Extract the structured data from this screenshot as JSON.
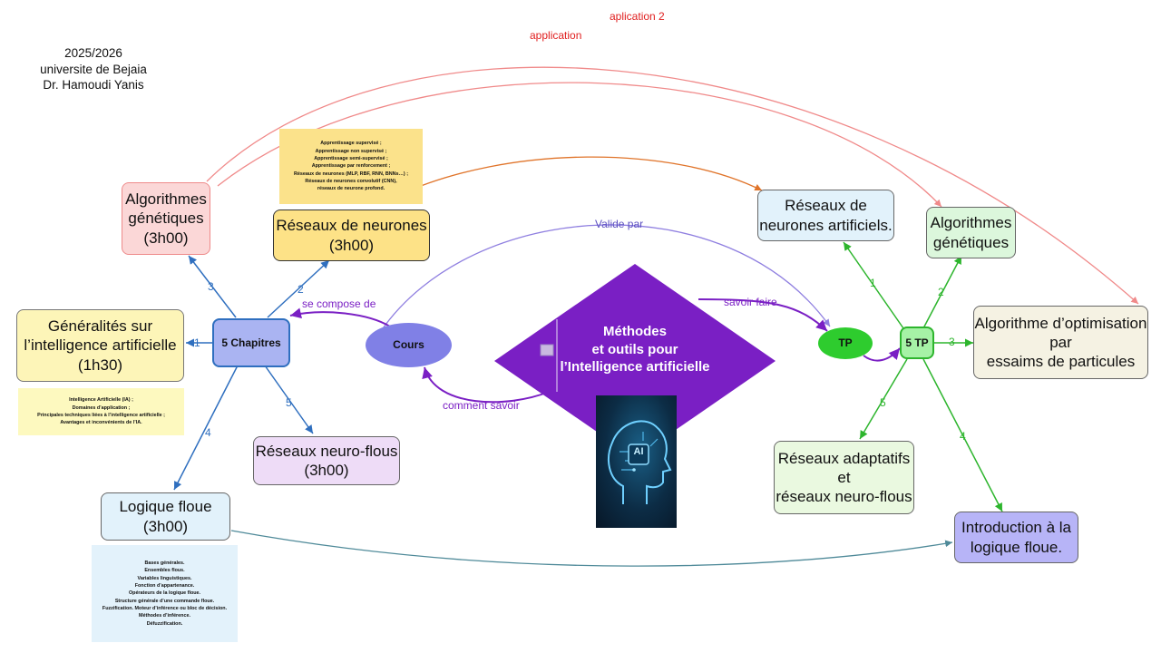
{
  "header": {
    "year": "2025/2026",
    "university": "universite de Bejaia",
    "author": "Dr. Hamoudi Yanis"
  },
  "center": {
    "title_lines": [
      "Méthodes",
      "et outils pour",
      "l’Intelligence artificielle"
    ],
    "image_label": "AI",
    "image_alt": "AI head illustration"
  },
  "cours": {
    "label": "Cours"
  },
  "tp": {
    "label": "TP"
  },
  "chapitres_hub": {
    "label": "5 Chapitres"
  },
  "tp_hub": {
    "label": "5 TP"
  },
  "relations": {
    "se_compose_de": "se compose de",
    "comment_savoir": "comment savoir",
    "valide_par": "Valide par",
    "savoir_faire": "savoir faire",
    "application": "application",
    "application_2": "aplication 2"
  },
  "chapters": [
    {
      "num": "1",
      "lines": [
        "Généralités sur",
        "l’intelligence artificielle",
        "(1h30)"
      ]
    },
    {
      "num": "2",
      "lines": [
        "Réseaux de neurones",
        "(3h00)"
      ]
    },
    {
      "num": "3",
      "lines": [
        "Algorithmes",
        "génétiques",
        "(3h00)"
      ]
    },
    {
      "num": "4",
      "lines": [
        "Logique floue",
        "(3h00)"
      ]
    },
    {
      "num": "5",
      "lines": [
        "Réseaux neuro-flous",
        "(3h00)"
      ]
    }
  ],
  "tps": [
    {
      "num": "1",
      "lines": [
        "Réseaux de",
        "neurones artificiels."
      ]
    },
    {
      "num": "2",
      "lines": [
        "Algorithmes",
        "génétiques"
      ]
    },
    {
      "num": "3",
      "lines": [
        "Algorithme d’optimisation",
        "par",
        "essaims de particules"
      ]
    },
    {
      "num": "4",
      "lines": [
        "Introduction à la",
        "logique floue."
      ]
    },
    {
      "num": "5",
      "lines": [
        "Réseaux adaptatifs",
        "et",
        "réseaux neuro-flous"
      ]
    }
  ],
  "notes": {
    "ia": [
      "Intelligence Artificielle (IA) ;",
      "Domaines d’application ;",
      "Principales techniques liées à l’intelligence artificielle ;",
      "Avantages et inconvénients de l’IA."
    ],
    "rn": [
      "Apprentissage supervisé ;",
      "Apprentissage non supervisé ;",
      "Apprentissage semi-supervisé ;",
      "Apprentissage par renforcement ;",
      "Réseaux de neurones (MLP, RBF, RNN, BNNs…) ;",
      "Réseaux de neurones convolutif (CNN),",
      "réseaux de neurone profond."
    ],
    "lf": [
      "Bases générales.",
      "Ensembles flous.",
      "Variables linguistiques.",
      "Fonction d’appartenance.",
      "Opérateurs de la logique floue.",
      "Structure générale d’une commande floue.",
      "Fuzzification. Moteur d’inférence ou bloc de décision.",
      "Méthodes d’inférence.",
      "Défuzzification."
    ]
  },
  "colors": {
    "purple": "#7a1fc4",
    "blue": "#2f6fbf",
    "green": "#2db52d",
    "red": "#f08a8a",
    "orange": "#e0742a",
    "teal": "#4f8a99"
  }
}
